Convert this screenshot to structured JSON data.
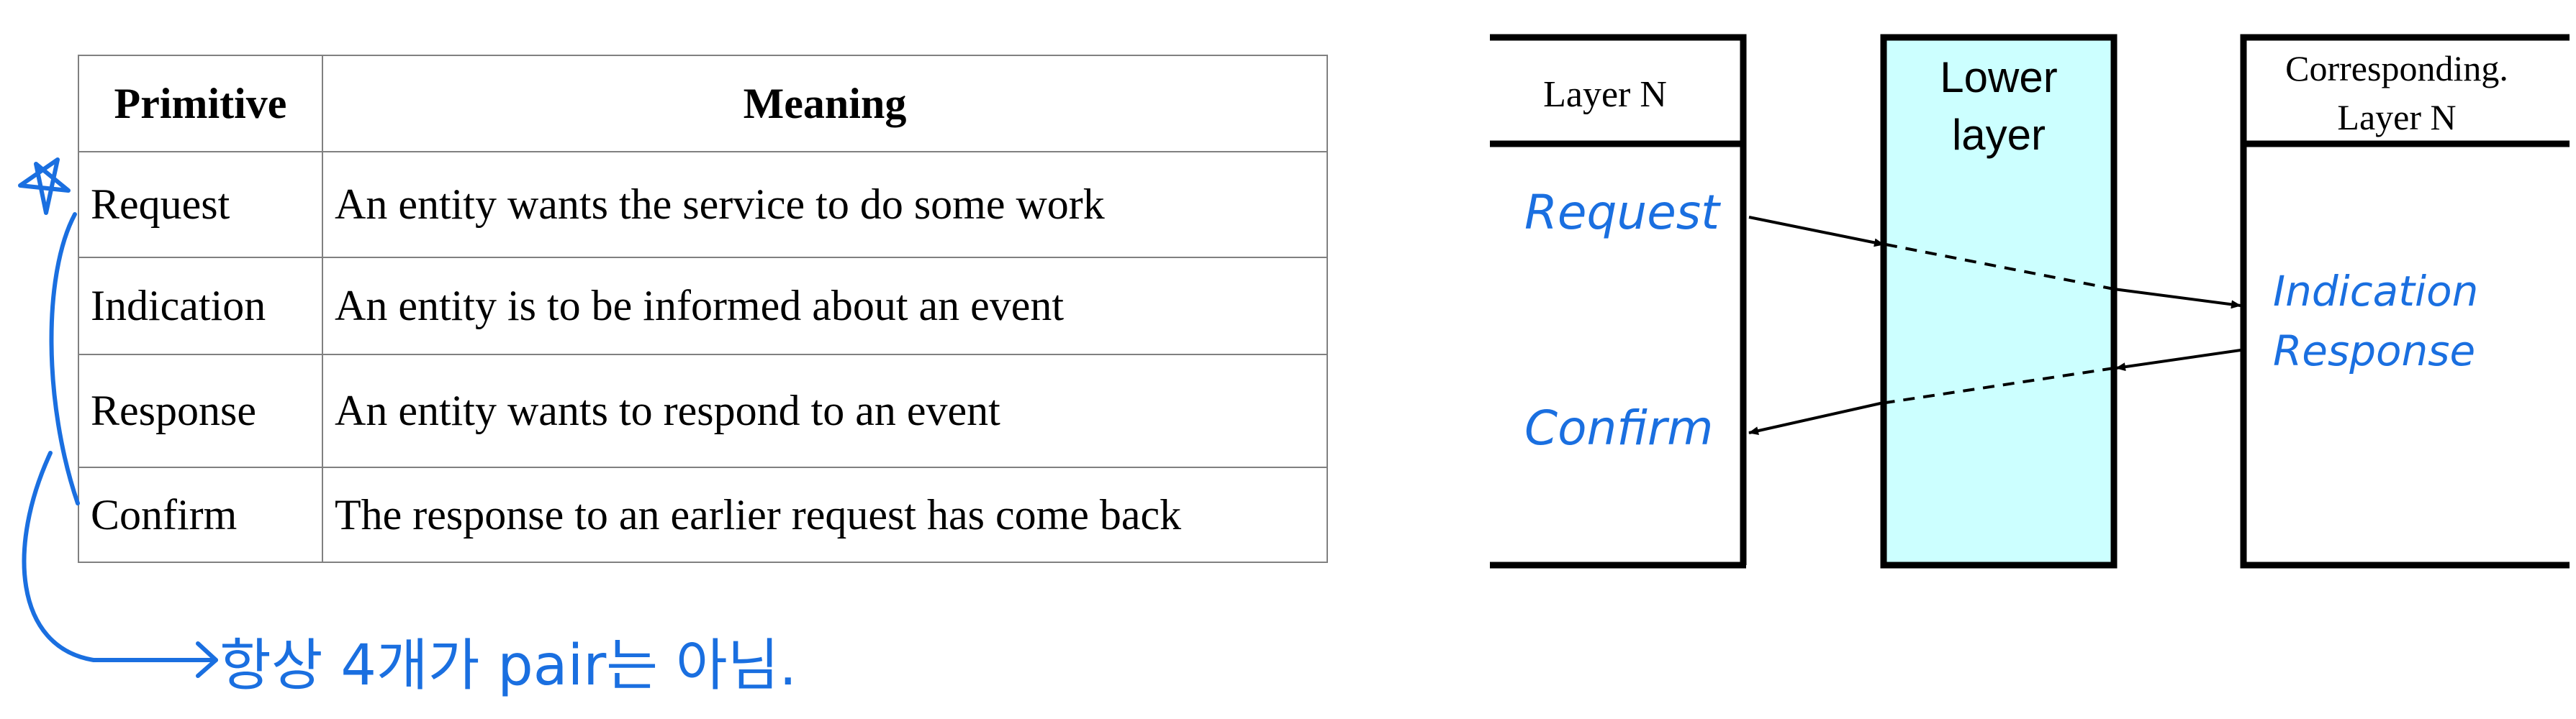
{
  "table": {
    "headers": [
      "Primitive",
      "Meaning"
    ],
    "rows": [
      {
        "primitive": "Request",
        "meaning": "An entity wants the service to do some work"
      },
      {
        "primitive": "Indication",
        "meaning": "An entity is to be informed about an event"
      },
      {
        "primitive": "Response",
        "meaning": "An entity wants to respond to an event"
      },
      {
        "primitive": "Confirm",
        "meaning": "The response to an earlier request has come back"
      }
    ]
  },
  "diagram": {
    "layer_n": "Layer N",
    "lower_layer_line1": "Lower",
    "lower_layer_line2": "layer",
    "corresponding_line1": "Corresponding.",
    "corresponding_line2": "Layer N",
    "lower_layer_fill": "#ccffff"
  },
  "handwriting": {
    "request": "Request",
    "confirm": "Confirm",
    "indication": "Indication",
    "response": "Response",
    "note": "항상 4개가 pair는 아님.",
    "ink_color": "#1a6fe0"
  }
}
